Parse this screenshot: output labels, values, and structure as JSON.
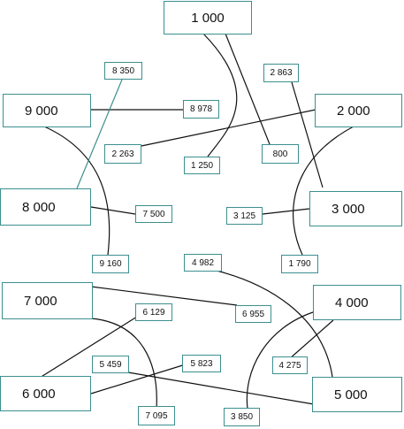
{
  "big_numbers": {
    "n1000": "1 000",
    "n2000": "2 000",
    "n3000": "3 000",
    "n4000": "4 000",
    "n5000": "5 000",
    "n6000": "6 000",
    "n7000": "7 000",
    "n8000": "8 000",
    "n9000": "9 000"
  },
  "small_numbers": {
    "s8350": "8 350",
    "s2863": "2 863",
    "s8978": "8 978",
    "s2263": "2 263",
    "s1250": "1 250",
    "s800": "800",
    "s7500": "7 500",
    "s3125": "3 125",
    "s9160": "9 160",
    "s4982": "4 982",
    "s1790": "1 790",
    "s6129": "6 129",
    "s6955": "6 955",
    "s5459": "5 459",
    "s5823": "5 823",
    "s4275": "4 275",
    "s7095": "7 095",
    "s3850": "3 850"
  }
}
